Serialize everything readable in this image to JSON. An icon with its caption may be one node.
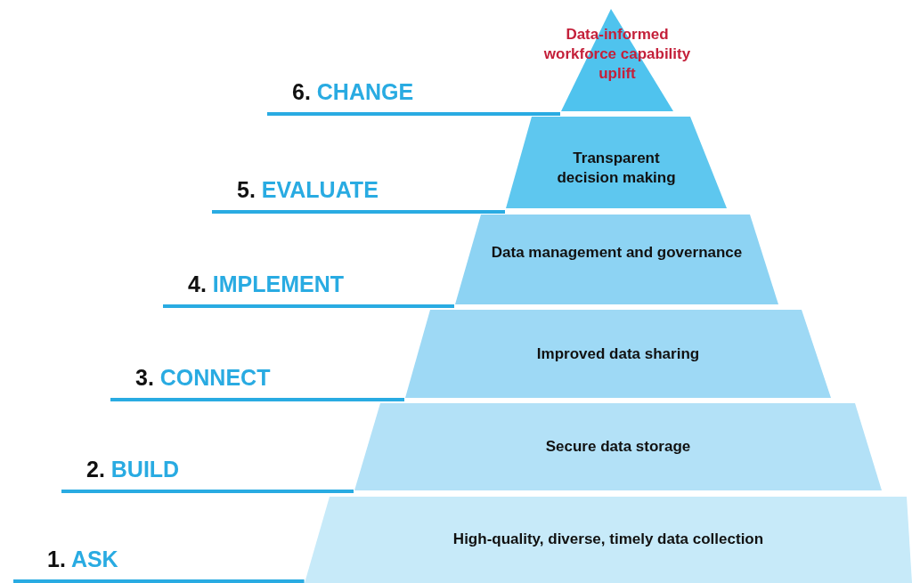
{
  "diagram": {
    "nodes": [
      {
        "text": [
          "Data-informed workforce capability uplift"
        ]
      },
      {
        "text": [
          "Transparent decision making"
        ]
      },
      {
        "text": [
          "Data management and governance"
        ]
      },
      {
        "text": [
          "Improved data sharing"
        ]
      },
      {
        "text": [
          "Secure data storage"
        ]
      },
      {
        "text": [
          "High-quality, diverse, timely data collection"
        ]
      },
      {
        "text": [
          "6. CHANGE"
        ]
      },
      {
        "text": [
          "5. EVALUATE"
        ]
      },
      {
        "text": [
          "4. IMPLEMENT"
        ]
      },
      {
        "text": [
          "3. CONNECT"
        ]
      },
      {
        "text": [
          "2. BUILD"
        ]
      },
      {
        "text": [
          "1. ASK"
        ]
      }
    ],
    "edges": [
      {
        "from": 6,
        "to": 0,
        "arrow": "none"
      },
      {
        "from": 7,
        "to": 1,
        "arrow": "none"
      },
      {
        "from": 8,
        "to": 2,
        "arrow": "none"
      },
      {
        "from": 9,
        "to": 3,
        "arrow": "none"
      },
      {
        "from": 10,
        "to": 4,
        "arrow": "none"
      },
      {
        "from": 11,
        "to": 5,
        "arrow": "none"
      }
    ]
  }
}
